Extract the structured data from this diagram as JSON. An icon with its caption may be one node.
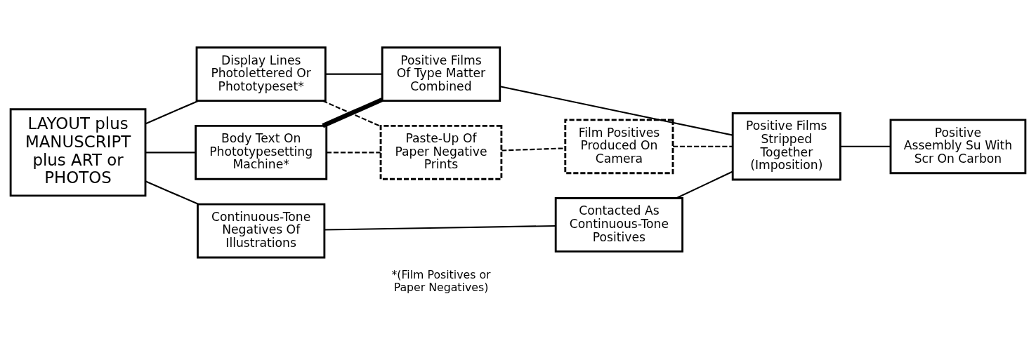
{
  "diagram": {
    "nodes": [
      {
        "text": [
          "LAYOUT plus MANUSCRIPT plus ART or PHOTOS"
        ]
      },
      {
        "text": [
          "Body Text On Phototypesetting Machine*"
        ]
      },
      {
        "text": [
          "Display Lines Photolettered Or Phototypeset*"
        ]
      },
      {
        "text": [
          "Continuous-Tone Negatives Of Illustrations"
        ]
      },
      {
        "text": [
          "Paste-Up Of Paper Negative Prints"
        ]
      },
      {
        "text": [
          "Positive Films Of Type Matter Combined"
        ]
      },
      {
        "text": [
          "Contacted As Continuous-Tone Positives"
        ]
      },
      {
        "text": [
          "Film Positives Produced On Camera"
        ]
      },
      {
        "text": [
          "Positive Films Stripped Together",
          "(Imposition)"
        ]
      },
      {
        "text": [
          "Positive Assembly Su With Scr On Carbon"
        ]
      }
    ],
    "edges": [
      {
        "from": 0,
        "to": 1,
        "arrow": "none"
      },
      {
        "from": 0,
        "to": 2,
        "arrow": "none"
      },
      {
        "from": 0,
        "to": 3,
        "arrow": "none"
      },
      {
        "from": 1,
        "to": 4,
        "arrow": "none",
        "style": "dashed"
      },
      {
        "from": 2,
        "to": 4,
        "arrow": "none",
        "style": "dashed"
      },
      {
        "from": 1,
        "to": 5,
        "arrow": "none",
        "style": "thick"
      },
      {
        "from": 2,
        "to": 5,
        "arrow": "none"
      },
      {
        "from": 3,
        "to": 6,
        "arrow": "none"
      },
      {
        "from": 4,
        "to": 7,
        "arrow": "none",
        "style": "dashed"
      },
      {
        "from": 7,
        "to": 8,
        "arrow": "none",
        "style": "dashed"
      },
      {
        "from": 5,
        "to": 8,
        "arrow": "none"
      },
      {
        "from": 6,
        "to": 8,
        "arrow": "none"
      },
      {
        "from": 8,
        "to": 9,
        "arrow": "none"
      }
    ],
    "labels": [
      "*(Film Positives or Paper Negatives)"
    ]
  }
}
